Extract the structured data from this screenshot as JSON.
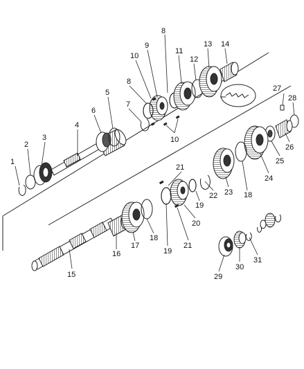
{
  "diagram": {
    "kind": "exploded parts diagram (transmission shafts and gears)",
    "callouts": [
      "1",
      "2",
      "3",
      "4",
      "5",
      "6",
      "7",
      "8",
      "8",
      "9",
      "10",
      "10",
      "11",
      "12",
      "13",
      "14",
      "15",
      "16",
      "17",
      "18",
      "18",
      "19",
      "19",
      "20",
      "21",
      "21",
      "22",
      "23",
      "24",
      "25",
      "26",
      "27",
      "28",
      "29",
      "30",
      "31"
    ]
  }
}
